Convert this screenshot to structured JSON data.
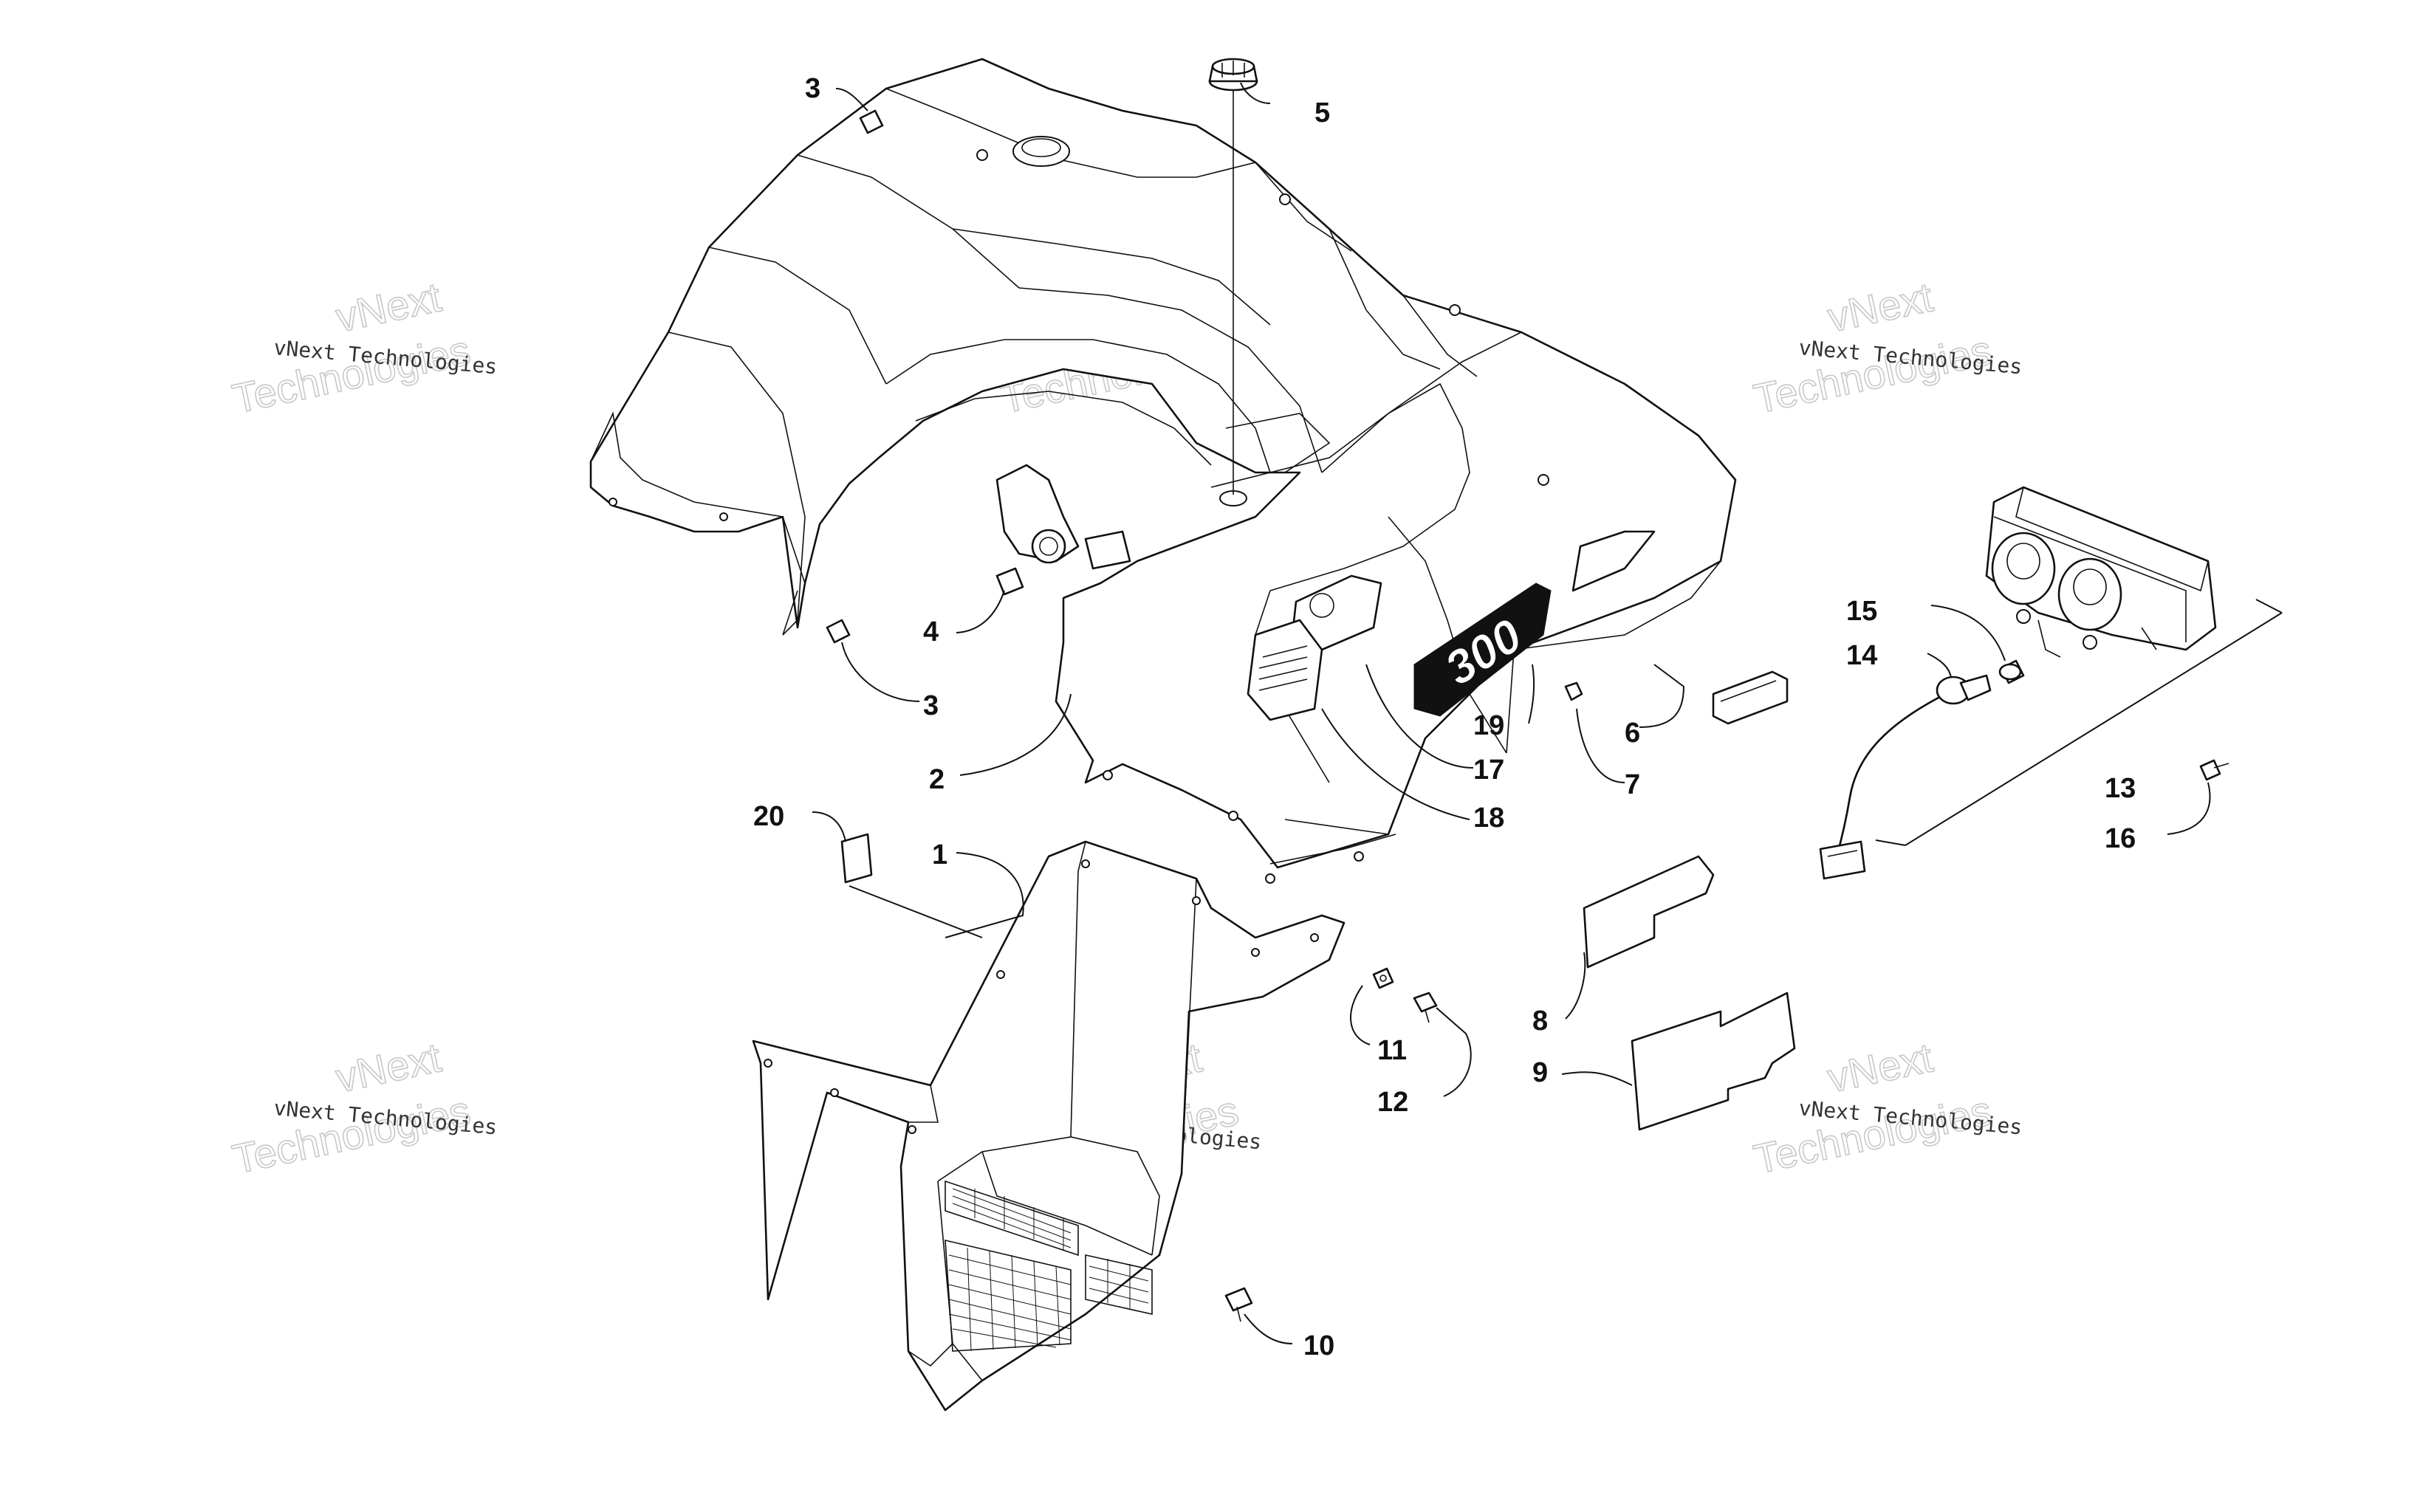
{
  "watermarks": [
    {
      "small": "vNext Technologies",
      "big_top": "vNext",
      "big_bottom": "Technologies"
    },
    {
      "small": "vNext Technologies",
      "big_top": "vNext",
      "big_bottom": "Technologies"
    },
    {
      "small": "vNext Technologies",
      "big_top": "vNext",
      "big_bottom": "Technologies"
    },
    {
      "small": "vNext Technologies",
      "big_top": "vNext",
      "big_bottom": "Technologies"
    },
    {
      "small": "vNext Technologies",
      "big_top": "vNext",
      "big_bottom": "Technologies"
    },
    {
      "small": "vNext Technologies",
      "big_top": "vNext",
      "big_bottom": "Technologies"
    }
  ],
  "decal_text": "300",
  "callouts": {
    "c1": "1",
    "c2": "2",
    "c3a": "3",
    "c3b": "3",
    "c4": "4",
    "c5": "5",
    "c6": "6",
    "c7": "7",
    "c8": "8",
    "c9": "9",
    "c10": "10",
    "c11": "11",
    "c12": "12",
    "c13": "13",
    "c14": "14",
    "c15": "15",
    "c16": "16",
    "c17": "17",
    "c18": "18",
    "c19": "19",
    "c20": "20"
  }
}
